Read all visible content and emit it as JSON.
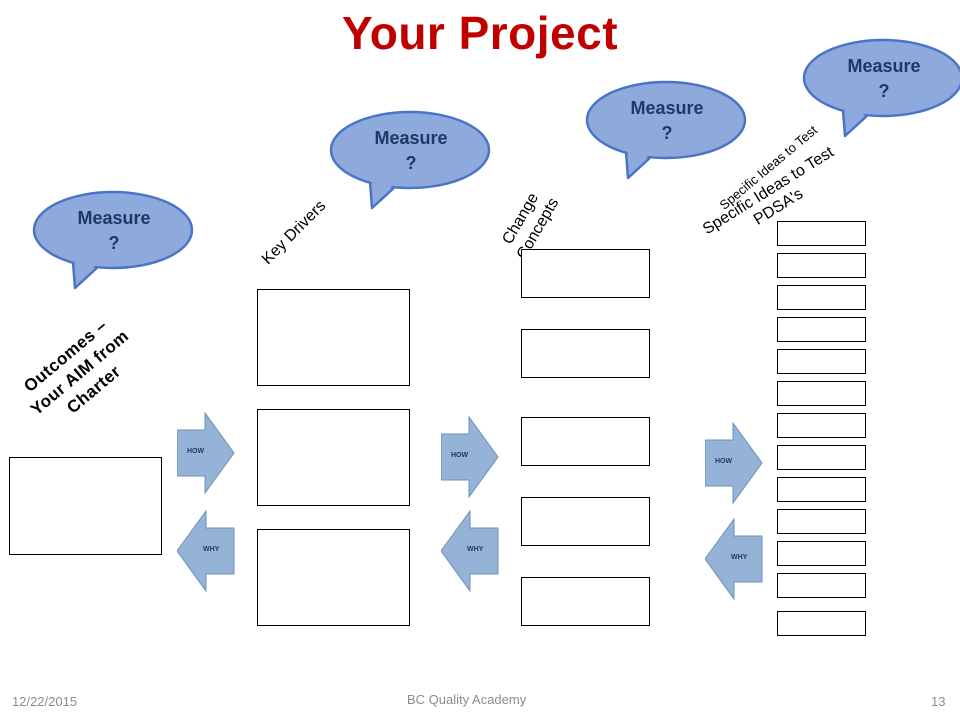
{
  "title": "Your Project",
  "measure_bubble": {
    "line1": "Measure",
    "line2": "?"
  },
  "column_labels": {
    "outcomes": [
      "Outcomes –",
      "Your AIM from",
      "Charter"
    ],
    "key_drivers": "Key Drivers",
    "change_concepts": [
      "Change",
      "Concepts"
    ],
    "specific_ideas": [
      "Specific Ideas to Test",
      "Specific Ideas to Test",
      "PDSA's"
    ]
  },
  "arrows": {
    "how": "HOW",
    "why": "WHY"
  },
  "footer": {
    "date": "12/22/2015",
    "center": "BC Quality Academy",
    "page": "13"
  },
  "colors": {
    "title": "#c00000",
    "bubble_fill": "#8ea9db",
    "bubble_text": "#1f3864",
    "arrow_fill": "#95b3d7"
  }
}
